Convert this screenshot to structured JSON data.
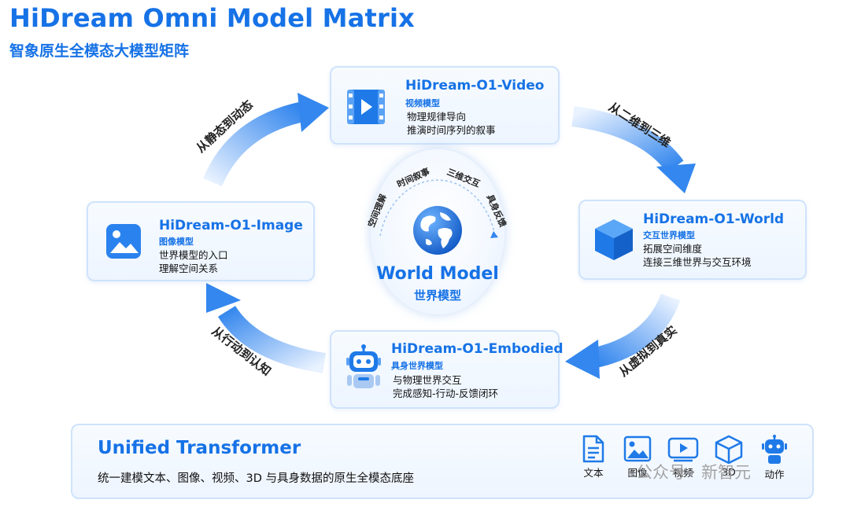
{
  "header": {
    "title": "HiDream Omni Model Matrix",
    "subtitle": "智象原生全模态大模型矩阵"
  },
  "cards": {
    "video": {
      "name": "HiDream-O1-Video",
      "type": "视频模型",
      "desc1": "物理规律导向",
      "desc2": "推演时间序列的叙事",
      "icon": "video-icon"
    },
    "world": {
      "name": "HiDream-O1-World",
      "type": "交互世界模型",
      "desc1": "拓展空间维度",
      "desc2": "连接三维世界与交互环境",
      "icon": "cube-icon"
    },
    "image": {
      "name": "HiDream-O1-Image",
      "type": "图像模型",
      "desc1": "世界模型的入口",
      "desc2": "理解空间关系",
      "icon": "image-icon"
    },
    "embodied": {
      "name": "HiDream-O1-Embodied",
      "type": "具身世界模型",
      "desc1": "与物理世界交互",
      "desc2": "完成感知-行动-反馈闭环",
      "icon": "robot-icon"
    }
  },
  "arrows": {
    "static_to_dynamic": "从静态到动态",
    "2d_to_3d": "从二维到三维",
    "virtual_to_real": "从虚拟到真实",
    "action_to_cognition": "从行动到认知"
  },
  "center": {
    "title": "World Model",
    "subtitle": "世界模型",
    "orbit": {
      "spatial": "空间理解",
      "narrative": "时间叙事",
      "interaction": "三维交互",
      "embodied": "具身反馈"
    },
    "icon": "globe-icon"
  },
  "base": {
    "title": "Unified Transformer",
    "desc": "统一建模文本、图像、视频、3D 与具身数据的原生全模态底座",
    "modalities": [
      {
        "label": "文本",
        "icon": "document-icon"
      },
      {
        "label": "图像",
        "icon": "image-icon"
      },
      {
        "label": "视频",
        "icon": "video-icon"
      },
      {
        "label": "3D",
        "icon": "cube-icon"
      },
      {
        "label": "动作",
        "icon": "robot-icon"
      }
    ]
  },
  "watermark": "公众号 · 新智元",
  "colors": {
    "accent": "#1672e6",
    "arrow": "#3a8ef0",
    "card_border": "#cfe3fb"
  }
}
